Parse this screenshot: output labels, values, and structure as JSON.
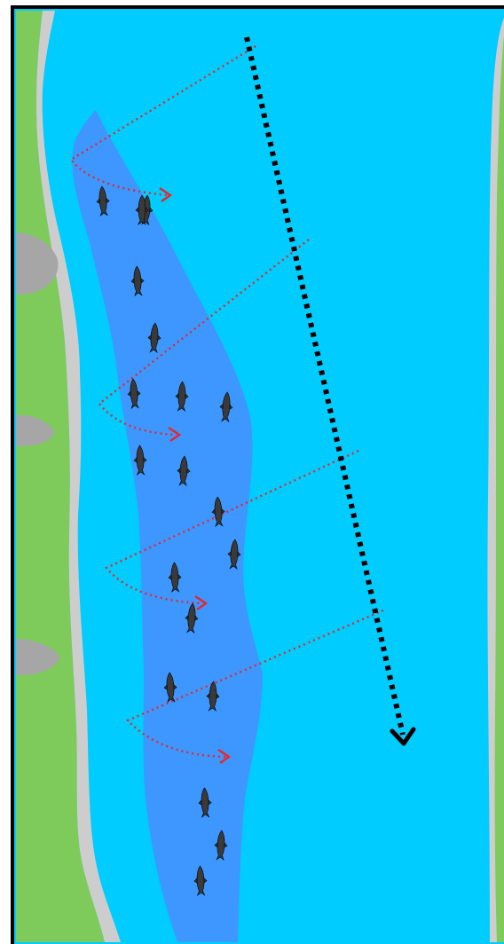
{
  "diagram": {
    "kind": "river-drift-fishing-schematic",
    "colors": {
      "frame": "#000000",
      "bank_grass": "#7ECB5C",
      "shore_sand": "#CDCDCD",
      "rocks": "#A6A6A6",
      "water_shallow": "#00CCFF",
      "water_channel": "#3D97FF",
      "cast_line": "#E8262A",
      "drift_path": "#000000",
      "fish": "#3A3A3A"
    },
    "icons": {
      "fish": "fish-icon",
      "rock": "rock-icon",
      "cast_arrow": "arrow-head-icon",
      "drift_arrow": "chevron-down-icon"
    },
    "cast_count": 4,
    "fish_count": 19
  }
}
